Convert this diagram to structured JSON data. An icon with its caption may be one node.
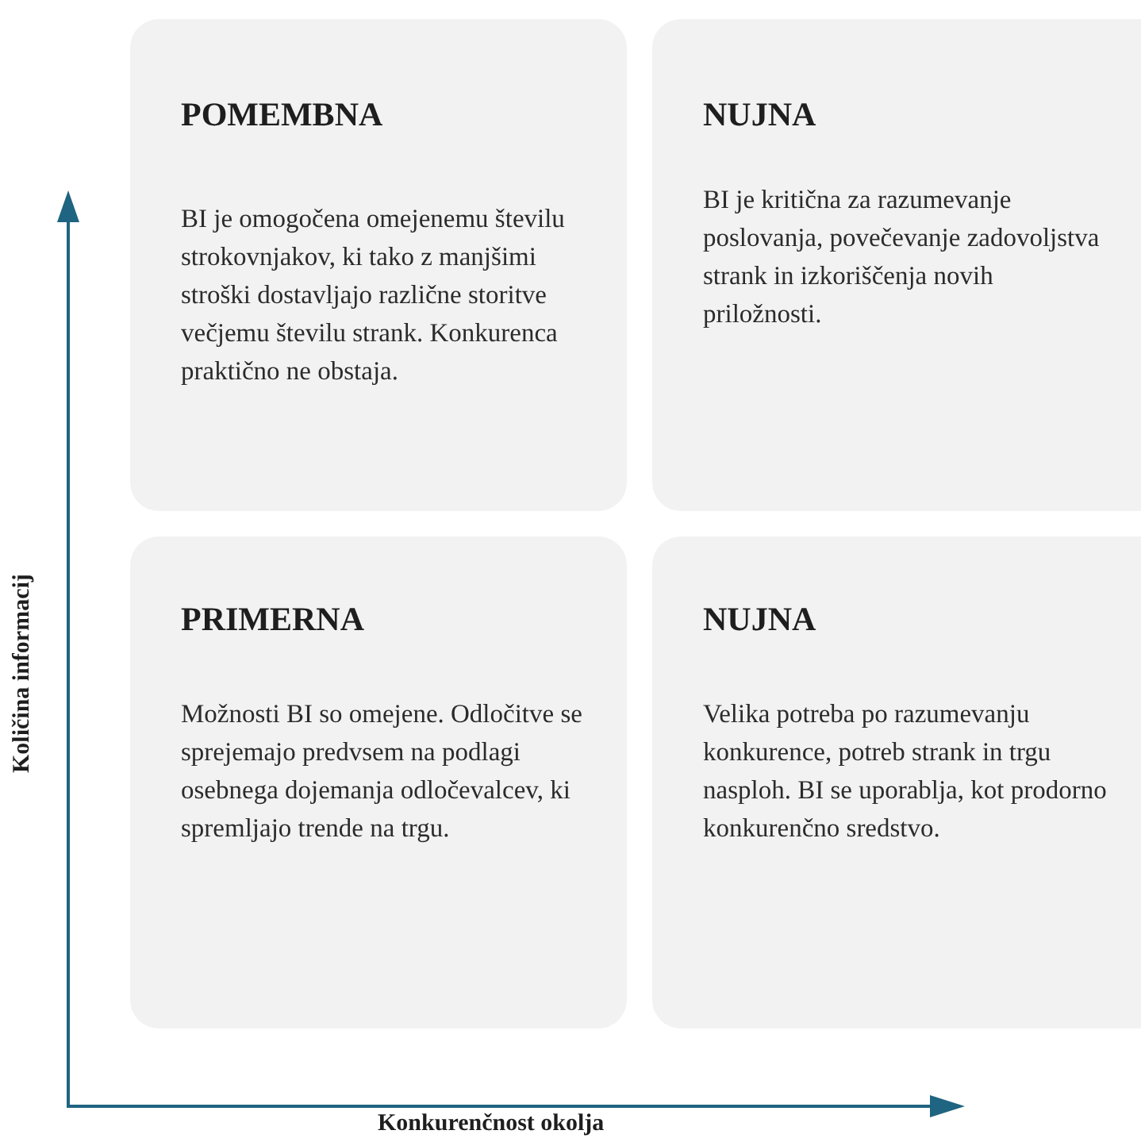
{
  "diagram": {
    "nodes": [
      {
        "text": [
          "POMEMBNA",
          "BI je omogočena omejenemu številu strokovnjakov, ki tako z manjšimi stroški dostavljajo različne storitve večjemu številu strank. Konkurenca praktično ne obstaja."
        ]
      },
      {
        "text": [
          "NUJNA",
          "BI je kritična za razumevanje poslovanja, povečevanje zadovoljstva strank in izkoriščenja novih priložnosti."
        ]
      },
      {
        "text": [
          "PRIMERNA",
          "Možnosti BI so omejene. Odločitve se sprejemajo predvsem na podlagi osebnega dojemanja odločevalcev, ki spremljajo trende na trgu."
        ]
      },
      {
        "text": [
          "NUJNA",
          "Velika potreba po razumevanju konkurence, potreb strank in trgu nasploh. BI se uporablja, kot prodorno konkurenčno sredstvo."
        ]
      }
    ],
    "labels": [
      "Količina informacij",
      "Konkurenčnost okolja"
    ]
  }
}
